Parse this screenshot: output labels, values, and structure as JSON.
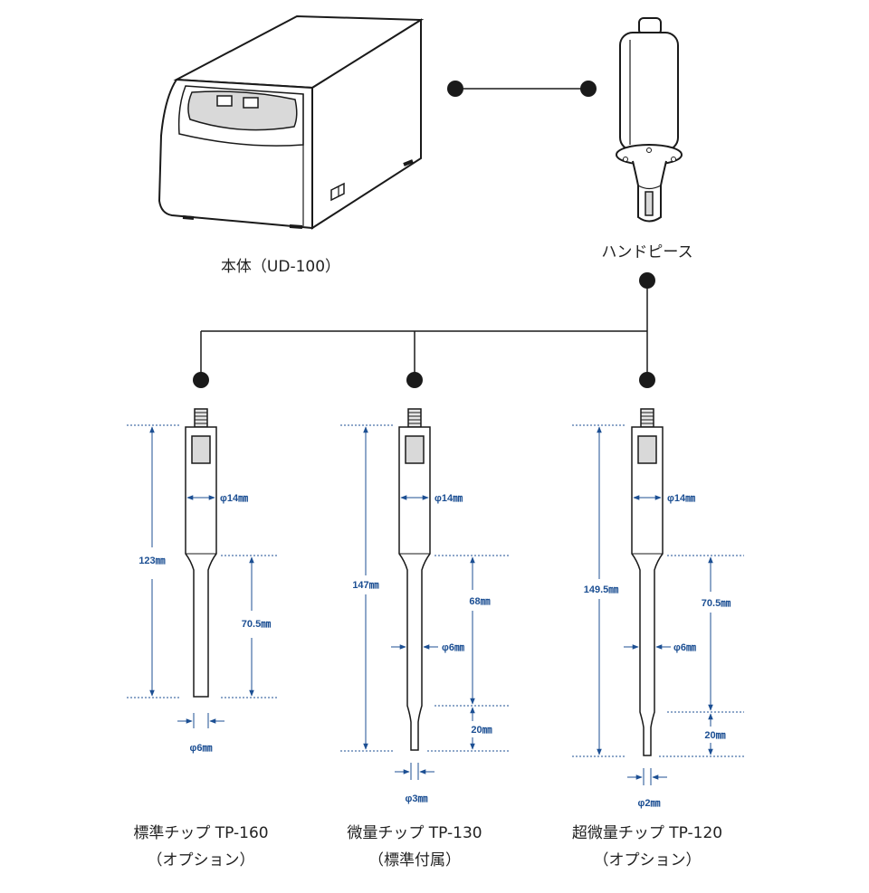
{
  "main_unit": {
    "label": "本体（UD-100）"
  },
  "handpiece": {
    "label": "ハンドピース"
  },
  "tips": [
    {
      "name": "標準チップ TP-160",
      "note": "（オプション）",
      "total_length": "123㎜",
      "tip_length": "70.5㎜",
      "body_diameter": "φ14㎜",
      "tip_diameter": "φ6㎜"
    },
    {
      "name": "微量チップ TP-130",
      "note": "（標準付属）",
      "total_length": "147㎜",
      "tip_length": "68㎜",
      "end_length": "20㎜",
      "body_diameter": "φ14㎜",
      "mid_diameter": "φ6㎜",
      "tip_diameter": "φ3㎜"
    },
    {
      "name": "超微量チップ TP-120",
      "note": "（オプション）",
      "total_length": "149.5㎜",
      "tip_length": "70.5㎜",
      "end_length": "20㎜",
      "body_diameter": "φ14㎜",
      "mid_diameter": "φ6㎜",
      "tip_diameter": "φ2㎜"
    }
  ],
  "colors": {
    "dimension": "#1c4f93",
    "line": "#1a1a1a",
    "fill_grey": "#d9d9d9"
  }
}
